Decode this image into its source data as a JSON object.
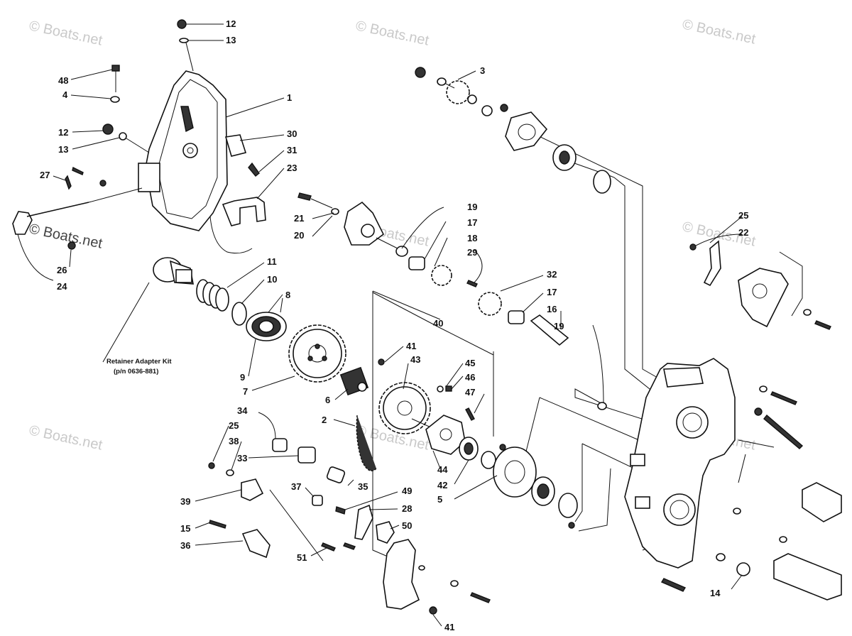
{
  "watermark": "© Boats.net",
  "kit": {
    "line1": "Retainer Adapter Kit",
    "line2": "(p/n 0636-881)"
  },
  "callouts": [
    {
      "id": "c12a",
      "text": "12"
    },
    {
      "id": "c13a",
      "text": "13"
    },
    {
      "id": "c48",
      "text": "48"
    },
    {
      "id": "c4",
      "text": "4"
    },
    {
      "id": "c1",
      "text": "1"
    },
    {
      "id": "c12b",
      "text": "12"
    },
    {
      "id": "c13b",
      "text": "13"
    },
    {
      "id": "c30",
      "text": "30"
    },
    {
      "id": "c31",
      "text": "31"
    },
    {
      "id": "c23",
      "text": "23"
    },
    {
      "id": "c27",
      "text": "27"
    },
    {
      "id": "c26",
      "text": "26"
    },
    {
      "id": "c24",
      "text": "24"
    },
    {
      "id": "c11",
      "text": "11"
    },
    {
      "id": "c10",
      "text": "10"
    },
    {
      "id": "c8",
      "text": "8"
    },
    {
      "id": "c9",
      "text": "9"
    },
    {
      "id": "c7",
      "text": "7"
    },
    {
      "id": "c6",
      "text": "6"
    },
    {
      "id": "c3",
      "text": "3"
    },
    {
      "id": "c21",
      "text": "21"
    },
    {
      "id": "c20",
      "text": "20"
    },
    {
      "id": "c19a",
      "text": "19"
    },
    {
      "id": "c17a",
      "text": "17"
    },
    {
      "id": "c18",
      "text": "18"
    },
    {
      "id": "c29",
      "text": "29"
    },
    {
      "id": "c32",
      "text": "32"
    },
    {
      "id": "c17b",
      "text": "17"
    },
    {
      "id": "c16",
      "text": "16"
    },
    {
      "id": "c19b",
      "text": "19"
    },
    {
      "id": "c25a",
      "text": "25"
    },
    {
      "id": "c22",
      "text": "22"
    },
    {
      "id": "c40",
      "text": "40"
    },
    {
      "id": "c41a",
      "text": "41"
    },
    {
      "id": "c43",
      "text": "43"
    },
    {
      "id": "c45",
      "text": "45"
    },
    {
      "id": "c46",
      "text": "46"
    },
    {
      "id": "c47",
      "text": "47"
    },
    {
      "id": "c2",
      "text": "2"
    },
    {
      "id": "c34",
      "text": "34"
    },
    {
      "id": "c25b",
      "text": "25"
    },
    {
      "id": "c38",
      "text": "38"
    },
    {
      "id": "c33",
      "text": "33"
    },
    {
      "id": "c35",
      "text": "35"
    },
    {
      "id": "c44",
      "text": "44"
    },
    {
      "id": "c42",
      "text": "42"
    },
    {
      "id": "c5",
      "text": "5"
    },
    {
      "id": "c39",
      "text": "39"
    },
    {
      "id": "c37",
      "text": "37"
    },
    {
      "id": "c49",
      "text": "49"
    },
    {
      "id": "c28",
      "text": "28"
    },
    {
      "id": "c50",
      "text": "50"
    },
    {
      "id": "c15",
      "text": "15"
    },
    {
      "id": "c36",
      "text": "36"
    },
    {
      "id": "c51",
      "text": "51"
    },
    {
      "id": "c14",
      "text": "14"
    },
    {
      "id": "c41b",
      "text": "41"
    }
  ]
}
